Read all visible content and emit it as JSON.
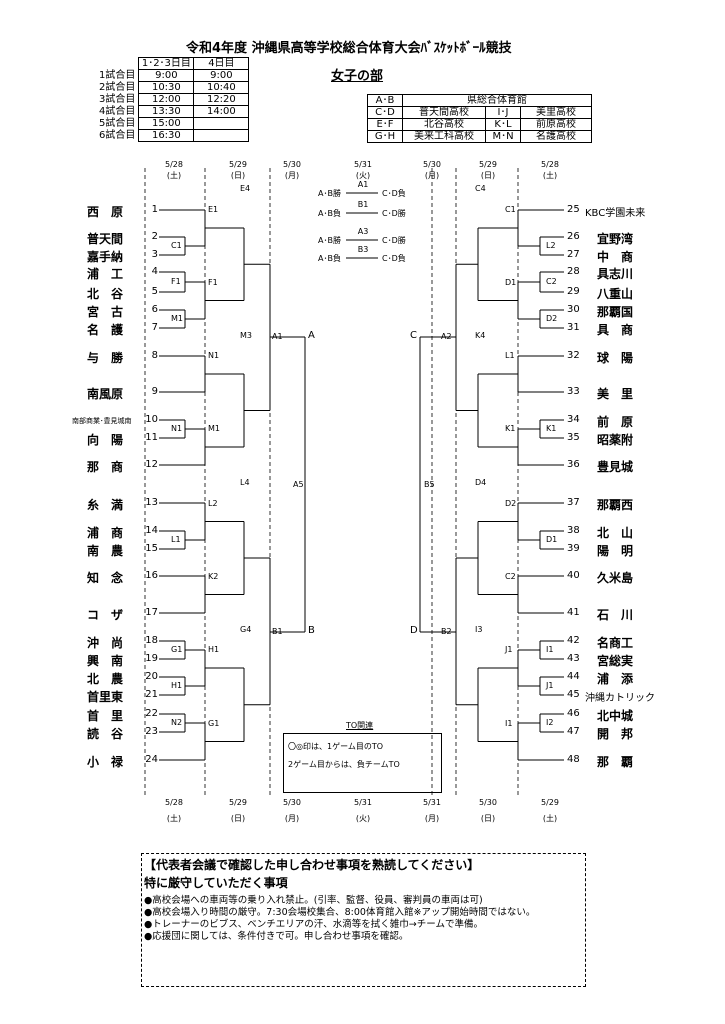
{
  "header": {
    "title": "令和4年度  沖縄県高等学校総合体育大会ﾊﾞｽｹｯﾄﾎﾞｰﾙ競技",
    "subtitle": "女子の部"
  },
  "schedule": {
    "head": [
      "1･2･3日目",
      "4日目"
    ],
    "rows": [
      {
        "label": "1試合目",
        "a": "9:00",
        "b": "9:00"
      },
      {
        "label": "2試合目",
        "a": "10:30",
        "b": "10:40"
      },
      {
        "label": "3試合目",
        "a": "12:00",
        "b": "12:20"
      },
      {
        "label": "4試合目",
        "a": "13:30",
        "b": "14:00"
      },
      {
        "label": "5試合目",
        "a": "15:00",
        "b": ""
      },
      {
        "label": "6試合目",
        "a": "16:30",
        "b": ""
      }
    ]
  },
  "venues": {
    "top": {
      "code": "A･B",
      "name": "県総合体育館"
    },
    "rows": [
      {
        "c1": "C･D",
        "v1": "普天間高校",
        "c2": "I･J",
        "v2": "美里高校"
      },
      {
        "c1": "E･F",
        "v1": "北谷高校",
        "c2": "K･L",
        "v2": "前原高校"
      },
      {
        "c1": "G･H",
        "v1": "美来工科高校",
        "c2": "M･N",
        "v2": "名護高校"
      }
    ]
  },
  "dates_top": [
    {
      "d": "5/28",
      "w": "(土)"
    },
    {
      "d": "5/29",
      "w": "(日)"
    },
    {
      "d": "5/30",
      "w": "(月)"
    },
    {
      "d": "5/31",
      "w": "(火)"
    },
    {
      "d": "5/30",
      "w": "(月)"
    },
    {
      "d": "5/29",
      "w": "(日)"
    },
    {
      "d": "5/28",
      "w": "(土)"
    }
  ],
  "dates_bottom": [
    {
      "d": "5/28",
      "w": "(土)"
    },
    {
      "d": "5/29",
      "w": "(日)"
    },
    {
      "d": "5/30",
      "w": "(月)"
    },
    {
      "d": "5/31",
      "w": "(火)"
    },
    {
      "d": "5/31",
      "w": "(月)"
    },
    {
      "d": "5/30",
      "w": "(日)"
    },
    {
      "d": "5/29",
      "w": "(土)"
    }
  ],
  "left_teams": [
    {
      "n": "1",
      "t": "西　原"
    },
    {
      "n": "2",
      "t": "普天間"
    },
    {
      "n": "3",
      "t": "嘉手納"
    },
    {
      "n": "4",
      "t": "浦　工"
    },
    {
      "n": "5",
      "t": "北　谷"
    },
    {
      "n": "6",
      "t": "宮　古"
    },
    {
      "n": "7",
      "t": "名　護"
    },
    {
      "n": "8",
      "t": "与　勝"
    },
    {
      "n": "9",
      "t": "南風原"
    },
    {
      "n": "10",
      "t": "南部商業･豊見城南"
    },
    {
      "n": "11",
      "t": "向　陽"
    },
    {
      "n": "12",
      "t": "那　商"
    },
    {
      "n": "13",
      "t": "糸　満"
    },
    {
      "n": "14",
      "t": "浦　商"
    },
    {
      "n": "15",
      "t": "南　農"
    },
    {
      "n": "16",
      "t": "知　念"
    },
    {
      "n": "17",
      "t": "コ　ザ"
    },
    {
      "n": "18",
      "t": "沖　尚"
    },
    {
      "n": "19",
      "t": "興　南"
    },
    {
      "n": "20",
      "t": "北　農"
    },
    {
      "n": "21",
      "t": "首里東"
    },
    {
      "n": "22",
      "t": "首　里"
    },
    {
      "n": "23",
      "t": "読　谷"
    },
    {
      "n": "24",
      "t": "小　禄"
    }
  ],
  "right_teams": [
    {
      "n": "25",
      "t": "KBC学園未来"
    },
    {
      "n": "26",
      "t": "宜野湾"
    },
    {
      "n": "27",
      "t": "中　商"
    },
    {
      "n": "28",
      "t": "具志川"
    },
    {
      "n": "29",
      "t": "八重山"
    },
    {
      "n": "30",
      "t": "那覇国"
    },
    {
      "n": "31",
      "t": "具　商"
    },
    {
      "n": "32",
      "t": "球　陽"
    },
    {
      "n": "33",
      "t": "美　里"
    },
    {
      "n": "34",
      "t": "前　原"
    },
    {
      "n": "35",
      "t": "昭薬附"
    },
    {
      "n": "36",
      "t": "豊見城"
    },
    {
      "n": "37",
      "t": "那覇西"
    },
    {
      "n": "38",
      "t": "北　山"
    },
    {
      "n": "39",
      "t": "陽　明"
    },
    {
      "n": "40",
      "t": "久米島"
    },
    {
      "n": "41",
      "t": "石　川"
    },
    {
      "n": "42",
      "t": "名商工"
    },
    {
      "n": "43",
      "t": "宮総実"
    },
    {
      "n": "44",
      "t": "浦　添"
    },
    {
      "n": "45",
      "t": "沖縄カトリック"
    },
    {
      "n": "46",
      "t": "北中城"
    },
    {
      "n": "47",
      "t": "開　邦"
    },
    {
      "n": "48",
      "t": "那　覇"
    }
  ],
  "finals": [
    {
      "l": "A･B勝",
      "m": "A1",
      "r": "C･D負"
    },
    {
      "l": "A･B負",
      "m": "B1",
      "r": "C･D勝"
    },
    {
      "l": "A･B勝",
      "m": "A3",
      "r": "C･D勝"
    },
    {
      "l": "A･B負",
      "m": "B3",
      "r": "C･D負"
    }
  ],
  "labels": {
    "A": "A",
    "B": "B",
    "C": "C",
    "D": "D",
    "A5": "A5",
    "B5": "B5"
  },
  "to_note": {
    "title": "TO関連",
    "line1": "〇◎印は、1ゲーム目のTO",
    "line2": "2ゲーム目からは、負チームTO"
  },
  "notice": {
    "head": "【代表者会議で確認した申し合わせ事項を熟読してください】",
    "sub": "特に厳守していただく事項",
    "items": [
      "●高校会場への車両等の乗り入れ禁止。(引率、監督、役員、審判員の車両は可)",
      "●高校会場入り時間の厳守。7:30会場校集合、8:00体育館入館※アップ開始時間ではない。",
      "●トレーナーのビブス、ベンチエリアの汗、水滴等を拭く雑巾→チームで準備。",
      "●応援団に関しては、条件付きで可。申し合わせ事項を確認。"
    ]
  }
}
